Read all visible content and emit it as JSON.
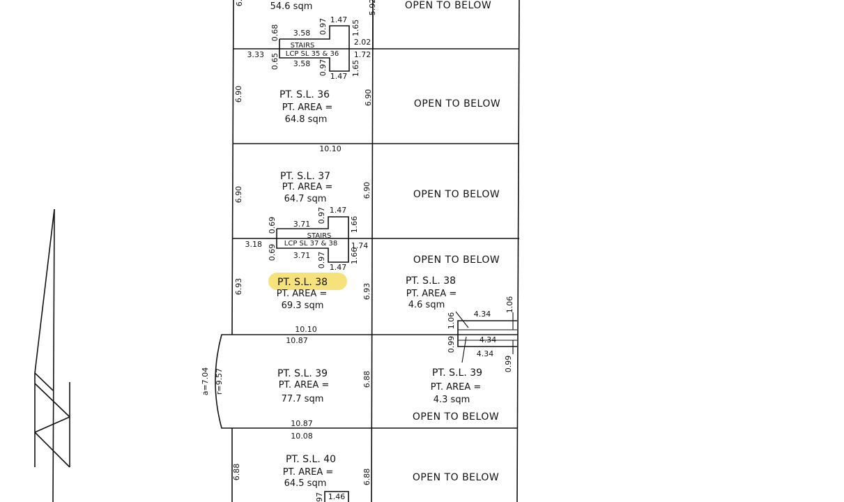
{
  "units": {
    "u35": {
      "area": "54.6 sqm",
      "left_dim": "6.",
      "right_dim": "5.92"
    },
    "u36": {
      "title": "PT. S.L. 36",
      "area_label": "PT. AREA =",
      "area": "64.8 sqm",
      "left_dim": "6.90",
      "right_dim": "6.90",
      "bottom_dim": "10.10"
    },
    "u37": {
      "title": "PT. S.L. 37",
      "area_label": "PT. AREA =",
      "area": "64.7 sqm",
      "left_dim": "6.90",
      "right_dim": "6.90"
    },
    "u38": {
      "title": "PT. S.L. 38",
      "area_label": "PT. AREA =",
      "area": "69.3 sqm",
      "left_dim": "6.93",
      "right_dim": "6.93",
      "bottom_dim": "10.10"
    },
    "u38b": {
      "title": "PT. S.L. 38",
      "area_label": "PT. AREA =",
      "area": "4.6 sqm"
    },
    "u39": {
      "title": "PT. S.L. 39",
      "area_label": "PT. AREA =",
      "area": "77.7 sqm",
      "top_dim": "10.87",
      "bottom_dim": "10.87",
      "right_dim": "6.88",
      "arc_a": "a=7.04",
      "arc_r": "r=9.57"
    },
    "u39b": {
      "title": "PT. S.L. 39",
      "area_label": "PT. AREA =",
      "area": "4.3 sqm"
    },
    "u40": {
      "title": "PT. S.L. 40",
      "area_label": "PT. AREA =",
      "area": "64.5 sqm",
      "top_dim": "10.08",
      "left_dim": "6.88",
      "right_dim": "6.88",
      "stair_dim": "1.46",
      "stair_dim2": "97"
    }
  },
  "open_to_below": "OPEN TO BELOW",
  "stairs_a": {
    "label": "STAIRS",
    "lcp": "LCP SL 35 & 36",
    "d_358_top": "3.58",
    "d_358_bot": "3.58",
    "d_068": "0.68",
    "d_065": "0.65",
    "d_333": "3.33",
    "d_097_top": "0.97",
    "d_097_bot": "0.97",
    "d_147_top": "1.47",
    "d_147_bot": "1.47",
    "d_165_top": "1.65",
    "d_165_bot": "1.65",
    "d_202": "2.02",
    "d_172": "1.72"
  },
  "stairs_b": {
    "label": "STAIRS",
    "lcp": "LCP SL 37 & 38",
    "d_371_top": "3.71",
    "d_371_bot": "3.71",
    "d_069_top": "0.69",
    "d_069_bot": "0.69",
    "d_318": "3.18",
    "d_097_top": "0.97",
    "d_097_bot": "0.97",
    "d_147_top": "1.47",
    "d_147_bot": "1.47",
    "d_166_top": "1.66",
    "d_166_bot": "1.66",
    "d_174": "1.74"
  },
  "small_dims": {
    "d_434_a": "4.34",
    "d_434_b": "4.34",
    "d_434_c": "4.34",
    "d_106_a": "1.06",
    "d_106_b": "1.06",
    "d_099_a": "0.99",
    "d_099_b": "0.99"
  },
  "highlight_color": "#f6e27a"
}
